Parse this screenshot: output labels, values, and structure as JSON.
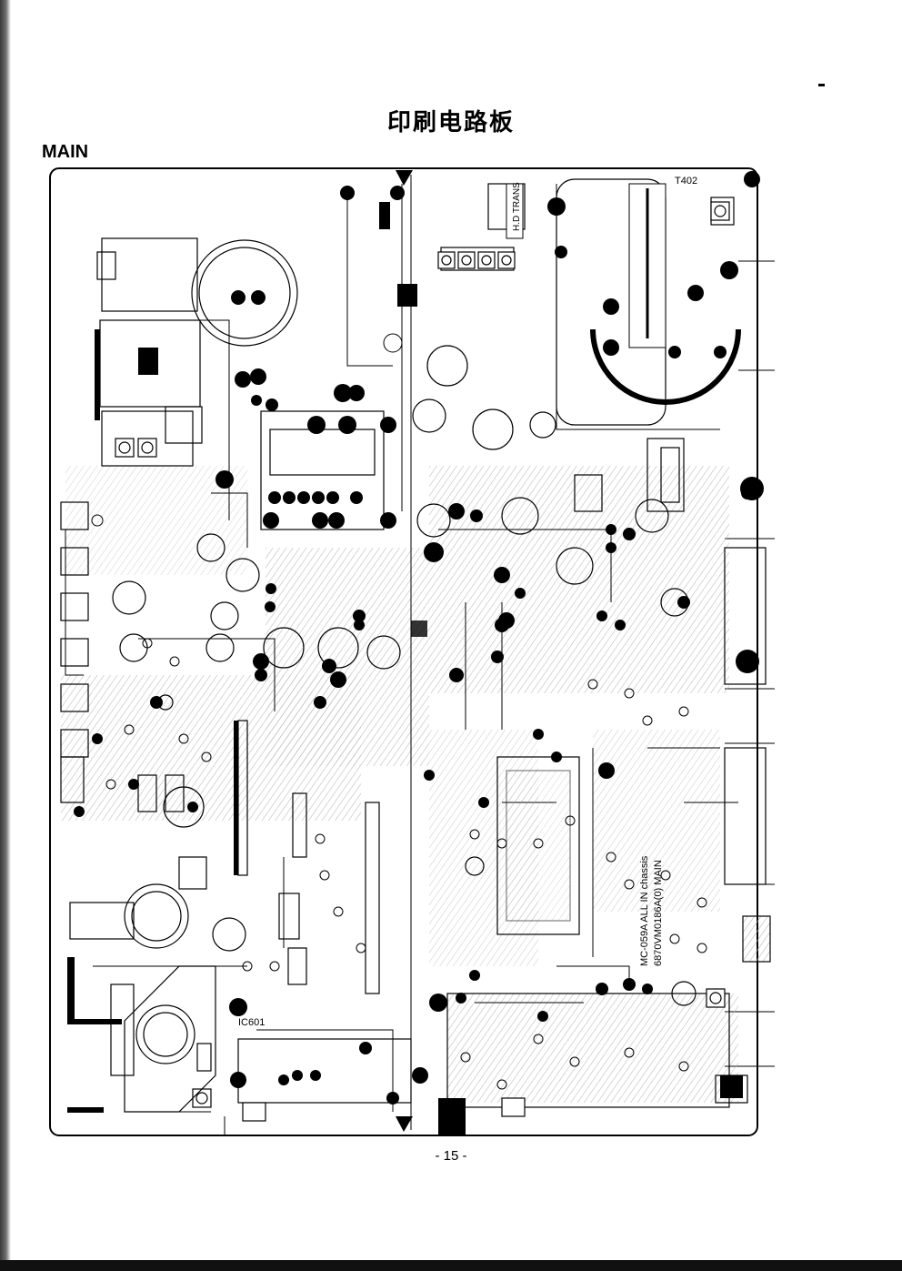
{
  "page": {
    "title": "印刷电路板",
    "section": "MAIN",
    "page_number": "- 15 -"
  },
  "board": {
    "labels": {
      "flyback": "T402",
      "hd_trans": "H.D TRANS",
      "ic_audio": "IC601",
      "chassis_line1": "MC-059A ALL IN chassis",
      "chassis_line2": "6870VM0186A(0) MAIN"
    },
    "colors": {
      "ink": "#000000",
      "trace": "#9a9a9a",
      "pad": "#000000",
      "paper": "#ffffff"
    }
  }
}
